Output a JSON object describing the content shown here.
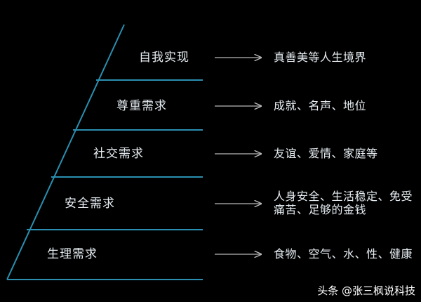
{
  "levels": [
    {
      "label": "自我实现",
      "description": "真善美等人生境界"
    },
    {
      "label": "尊重需求",
      "description": "成就、名声、地位"
    },
    {
      "label": "社交需求",
      "description": "友谊、爱情、家庭等"
    },
    {
      "label": "安全需求",
      "description": "人身安全、生活稳定、免受痛苦、足够的金钱"
    },
    {
      "label": "生理需求",
      "description": "食物、空气、水、性、健康"
    }
  ],
  "watermark": "头条 @张三枫说科技",
  "colors": {
    "background": "#000000",
    "pyramid_line": "#2a8fb0",
    "arrow": "#b8b8b8",
    "text": "#e6edf2"
  }
}
